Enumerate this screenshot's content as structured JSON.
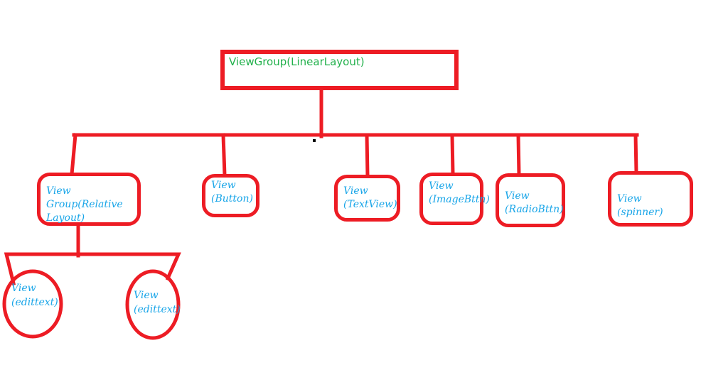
{
  "diagram": {
    "title_hint": "Android view hierarchy sketch",
    "colors": {
      "line_color": "#ed1c24",
      "root_text_color": "#22b14c",
      "node_text_color": "#18a5e8",
      "canvas_bg": "#ffffff"
    },
    "root": {
      "label": "ViewGroup(LinearLayout)"
    },
    "children": [
      {
        "id": "viewgroup-relativelayout",
        "label": "View Group(Relative Layout)",
        "lines": [
          "View Group(Relative",
          "Layout)"
        ]
      },
      {
        "id": "view-button",
        "label": "View (Button)",
        "lines": [
          "View",
          "(Button)"
        ]
      },
      {
        "id": "view-textview",
        "label": "View (TextView)",
        "lines": [
          "View",
          "(TextView)"
        ]
      },
      {
        "id": "view-imagebttn",
        "label": "View (ImageBttn)",
        "lines": [
          "View",
          "(ImageBttn)"
        ]
      },
      {
        "id": "view-radiobttn",
        "label": "View (RadioBttn)",
        "lines": [
          "View",
          "(RadioBttn)"
        ]
      },
      {
        "id": "view-spinner",
        "label": "View (spinner)",
        "lines": [
          "View",
          "(spinner)"
        ]
      }
    ],
    "grandchildren": [
      {
        "id": "view-edittext-1",
        "label": "View (edittext)",
        "lines": [
          "View",
          "(edittext)"
        ]
      },
      {
        "id": "view-edittext-2",
        "label": "View (edittext)",
        "lines": [
          "View",
          "(edittext)"
        ]
      }
    ]
  }
}
